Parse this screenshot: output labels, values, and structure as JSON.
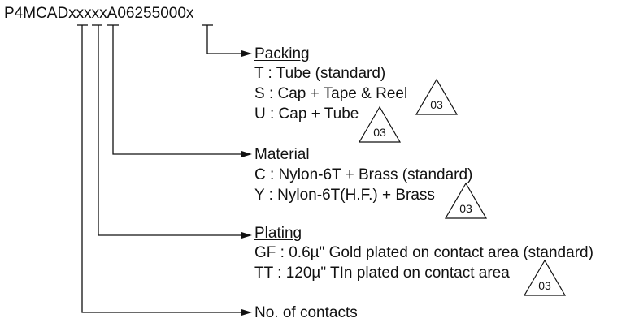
{
  "part_number": "P4MCADxxxxxA06255000x",
  "sections": {
    "packing": {
      "title": "Packing",
      "options": [
        {
          "text": "T : Tube (standard)"
        },
        {
          "text": "S : Cap + Tape & Reel",
          "revision": "03"
        },
        {
          "text": "U : Cap + Tube",
          "revision": "03"
        }
      ]
    },
    "material": {
      "title": "Material",
      "options": [
        {
          "text": "C : Nylon-6T + Brass (standard)"
        },
        {
          "text": "Y : Nylon-6T(H.F.) + Brass",
          "revision": "03"
        }
      ]
    },
    "plating": {
      "title": "Plating",
      "options": [
        {
          "text": "GF : 0.6µ\" Gold plated on contact area (standard)"
        },
        {
          "text": "TT : 120µ\" TIn plated on contact area",
          "revision": "03"
        }
      ]
    },
    "contacts": {
      "title": "No. of contacts"
    }
  }
}
